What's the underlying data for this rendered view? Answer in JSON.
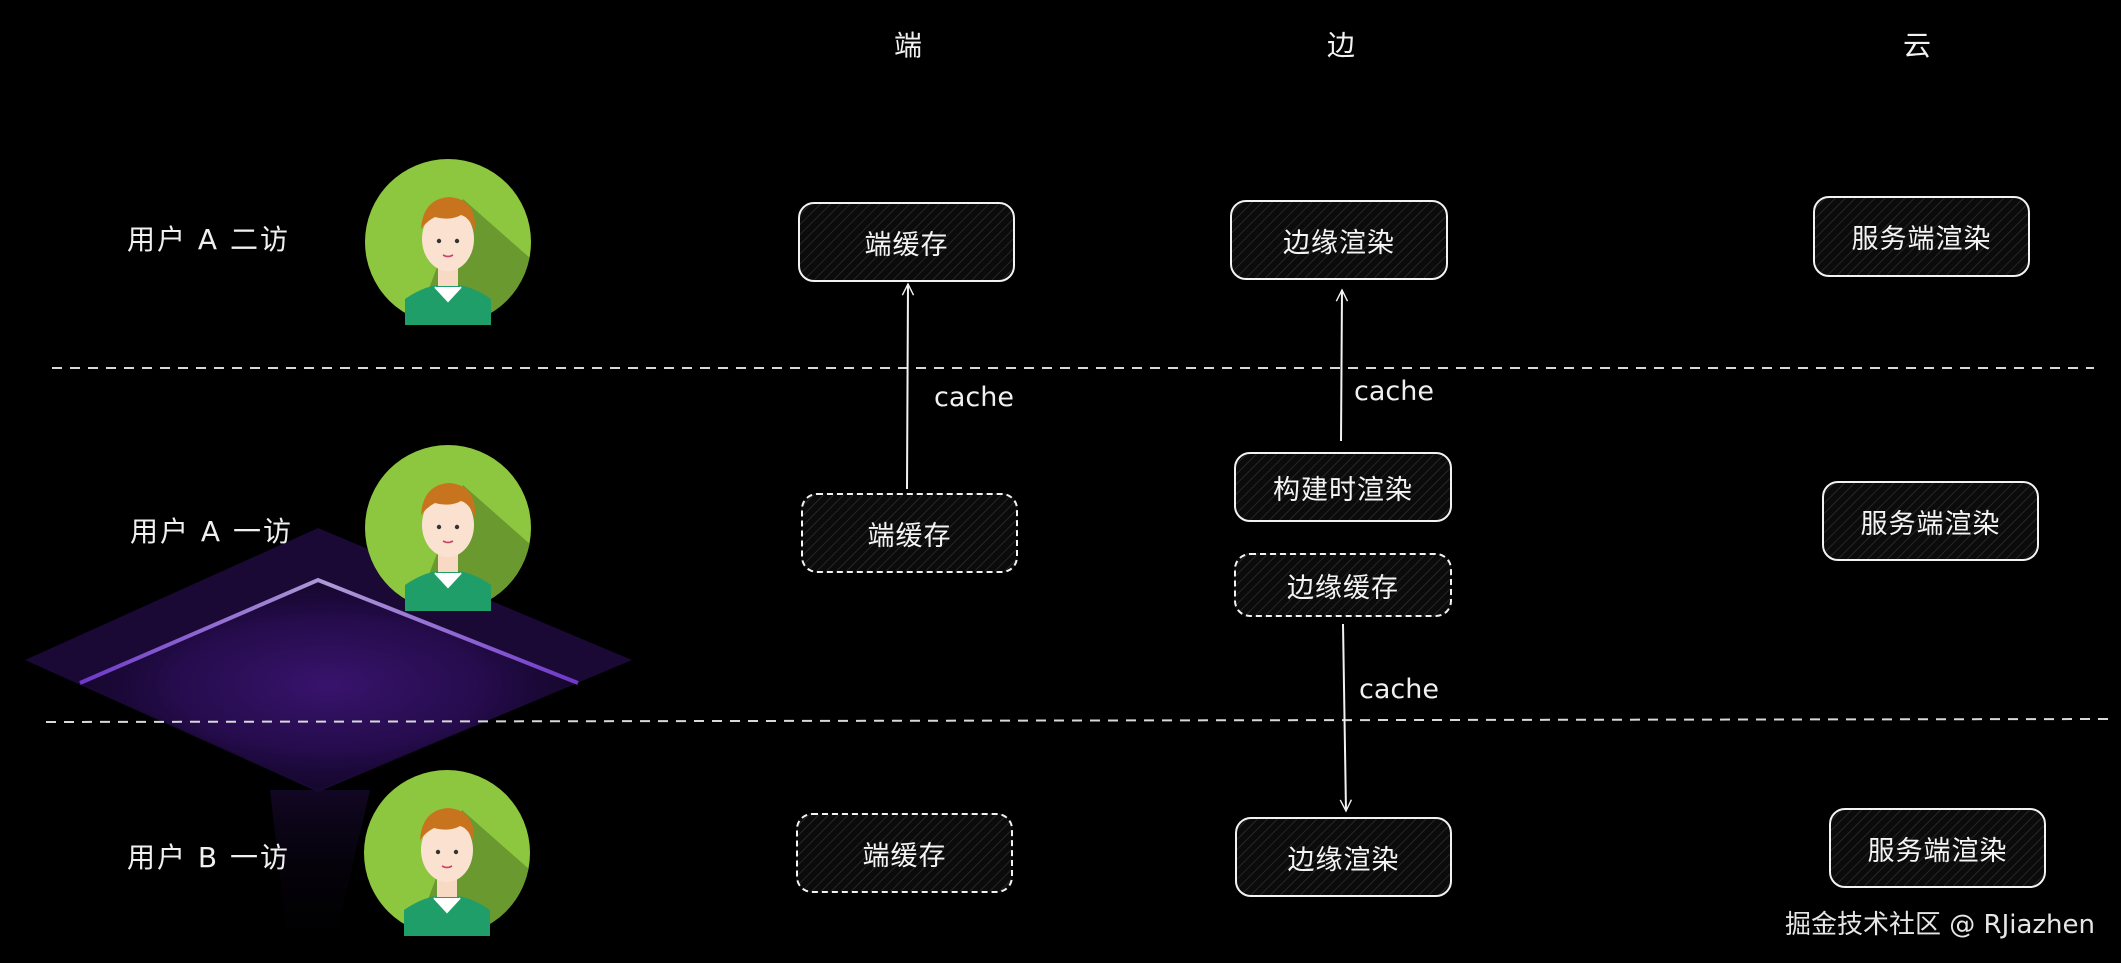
{
  "columns": {
    "device": "端",
    "edge": "边",
    "cloud": "云"
  },
  "rows": {
    "row1_label": "用户 A 二访",
    "row2_label": "用户 A 一访",
    "row3_label": "用户 B 一访"
  },
  "nodes": {
    "r1_device": "端缓存",
    "r1_edge": "边缘渲染",
    "r1_cloud": "服务端渲染",
    "r2_device": "端缓存",
    "r2_edge_build": "构建时渲染",
    "r2_edge_cache": "边缘缓存",
    "r2_cloud": "服务端渲染",
    "r3_device": "端缓存",
    "r3_edge": "边缘渲染",
    "r3_cloud": "服务端渲染"
  },
  "edges": {
    "device_cache_label": "cache",
    "edge_up_label": "cache",
    "edge_down_label": "cache"
  },
  "watermark": "掘金技术社区 @ RJiazhen",
  "icons": {
    "avatar": "user-avatar-icon"
  },
  "colors": {
    "background": "#000000",
    "avatar_green": "#8dc63f",
    "avatar_shirt": "#1f9e6a",
    "avatar_hair": "#c8741f",
    "glow": "#6a2bc4"
  }
}
